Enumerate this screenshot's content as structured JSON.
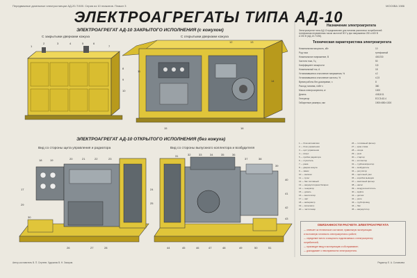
{
  "header": {
    "left": "Передвижные дизельные электростанции АД-20-Т/400. Серия из 10 плакатов. Плакат 3",
    "right": "МОСКВА 1986"
  },
  "title": "ЭЛЕКТРОАГРЕГАТЫ ТИПА АД-10",
  "closed_section": {
    "title": "ЭЛЕКТРОАГРЕГАТ АД-10 ЗАКРЫТОГО ИСПОЛНЕНИЯ (с кожухом)",
    "left_caption": "С закрытыми дверками кожуха",
    "right_caption": "С открытыми дверками кожуха"
  },
  "open_section": {
    "title": "ЭЛЕКТРОАГРЕГАТ АД-10 ОТКРЫТОГО ИСПОЛНЕНИЯ (без кожуха)",
    "left_caption": "Вид со стороны щита управления и радиатора",
    "right_caption": "Вид со стороны выпускного коллектора и возбудителя"
  },
  "callouts": {
    "closed_left": [
      "1",
      "2",
      "3",
      "4",
      "5",
      "6",
      "7",
      "8",
      "9",
      "10"
    ],
    "closed_right": [
      "11",
      "12",
      "13",
      "14",
      "15",
      "16"
    ],
    "open_left": [
      "17",
      "18",
      "19",
      "20",
      "21",
      "22",
      "23",
      "24",
      "25",
      "26",
      "27",
      "28",
      "29",
      "30"
    ],
    "open_right": [
      "31",
      "32",
      "33",
      "34",
      "35",
      "36",
      "37",
      "38",
      "39",
      "40",
      "41",
      "42",
      "43",
      "44",
      "45",
      "46",
      "47",
      "48",
      "49",
      "50",
      "51"
    ]
  },
  "purpose": {
    "title": "Назначение электроагрегата",
    "lines": [
      "Электроагрегат типа АД-10 предназначен для питания различных потребителей",
      "трехфазным переменным током частотой 50 Гц при напряжении 230 и 400 В",
      "и 230 В (АД-10-Т/230)."
    ]
  },
  "specs": {
    "title": "Техническая характеристика электроагрегата",
    "rows": [
      [
        "Номинальная мощность, кВт",
        "10"
      ],
      [
        "Род тока",
        "трехфазный"
      ],
      [
        "Номинальное напряжение, В",
        "400/230"
      ],
      [
        "Частота тока, Гц",
        "50"
      ],
      [
        "Коэффициент мощности",
        "0,8"
      ],
      [
        "Номинальный ток, А",
        "18"
      ],
      [
        "Установившееся отклонение напряжения, %",
        "±2"
      ],
      [
        "Установившееся отклонение частоты, %",
        "±2,5"
      ],
      [
        "Время работы без дозаправки, ч",
        "8"
      ],
      [
        "Расход топлива, г/кВт·ч",
        "380"
      ],
      [
        "Масса электроагрегата, кг",
        "1000"
      ],
      [
        "Дизель",
        "4Ч8,5/11"
      ],
      [
        "Генератор",
        "ЕСС5-62-4"
      ],
      [
        "Габаритные размеры, мм",
        "1900×850×1300"
      ]
    ]
  },
  "legend": {
    "col1": [
      "1 — блок автоматики",
      "2 — блок управления",
      "3 — щит управления",
      "4 — кожух",
      "5 — пробка радиатора",
      "6 — глушитель",
      "7 — рама",
      "8 — дверка кожуха",
      "9 — замок",
      "10 — жалюзи",
      "11 — пульт",
      "12 — бак топливный",
      "13 — аккумуляторная батарея",
      "14 — генератор",
      "15 — дизель",
      "16 — вентилятор",
      "17 — щит",
      "18 — амперметр",
      "19 — вольтметр",
      "20 — частотомер"
    ],
    "col2": [
      "26 — топливный фильтр",
      "27 — кран слива",
      "28 — опора",
      "29 — рым",
      "30 — стартер",
      "31 — коллектор",
      "32 — турбокомпрессор",
      "33 — возбудитель",
      "34 — регулятор",
      "35 — щеточный узел",
      "36 — коробка выводов",
      "37 — масляный фильтр",
      "38 — насос",
      "39 — воздухоочиститель",
      "40 — муфта",
      "41 — датчик",
      "42 — реле",
      "43 — трубопровод",
      "44 — бак",
      "45 — аккумулятор"
    ]
  },
  "duties": {
    "title": "ОБЯЗАННОСТИ РАСЧЕТА ЭЛЕКТРОАГРЕГАТА",
    "lines": [
      "— отвечает за техническое состояние, правильную эксплуатацию",
      "и постоянную готовность электроагрегата к работе;",
      "— определяет место и мощность подключаемых к электроагрегату",
      "потребителей;",
      "— производит ввод в эксплуатацию и обслуживание;",
      "— докладывает о неисправностях электроагрегата."
    ]
  },
  "footer": {
    "left": "Автор-составитель В. П. Сергеев. Художник В. Н. Захаров.",
    "right": "Редактор Е. А. Соловьева"
  },
  "colors": {
    "housing": "#e0c53a",
    "housing_dark": "#b89a1c",
    "engine": "#8c949a",
    "frame": "#d8bd2e",
    "outline": "#3a3a3a"
  }
}
